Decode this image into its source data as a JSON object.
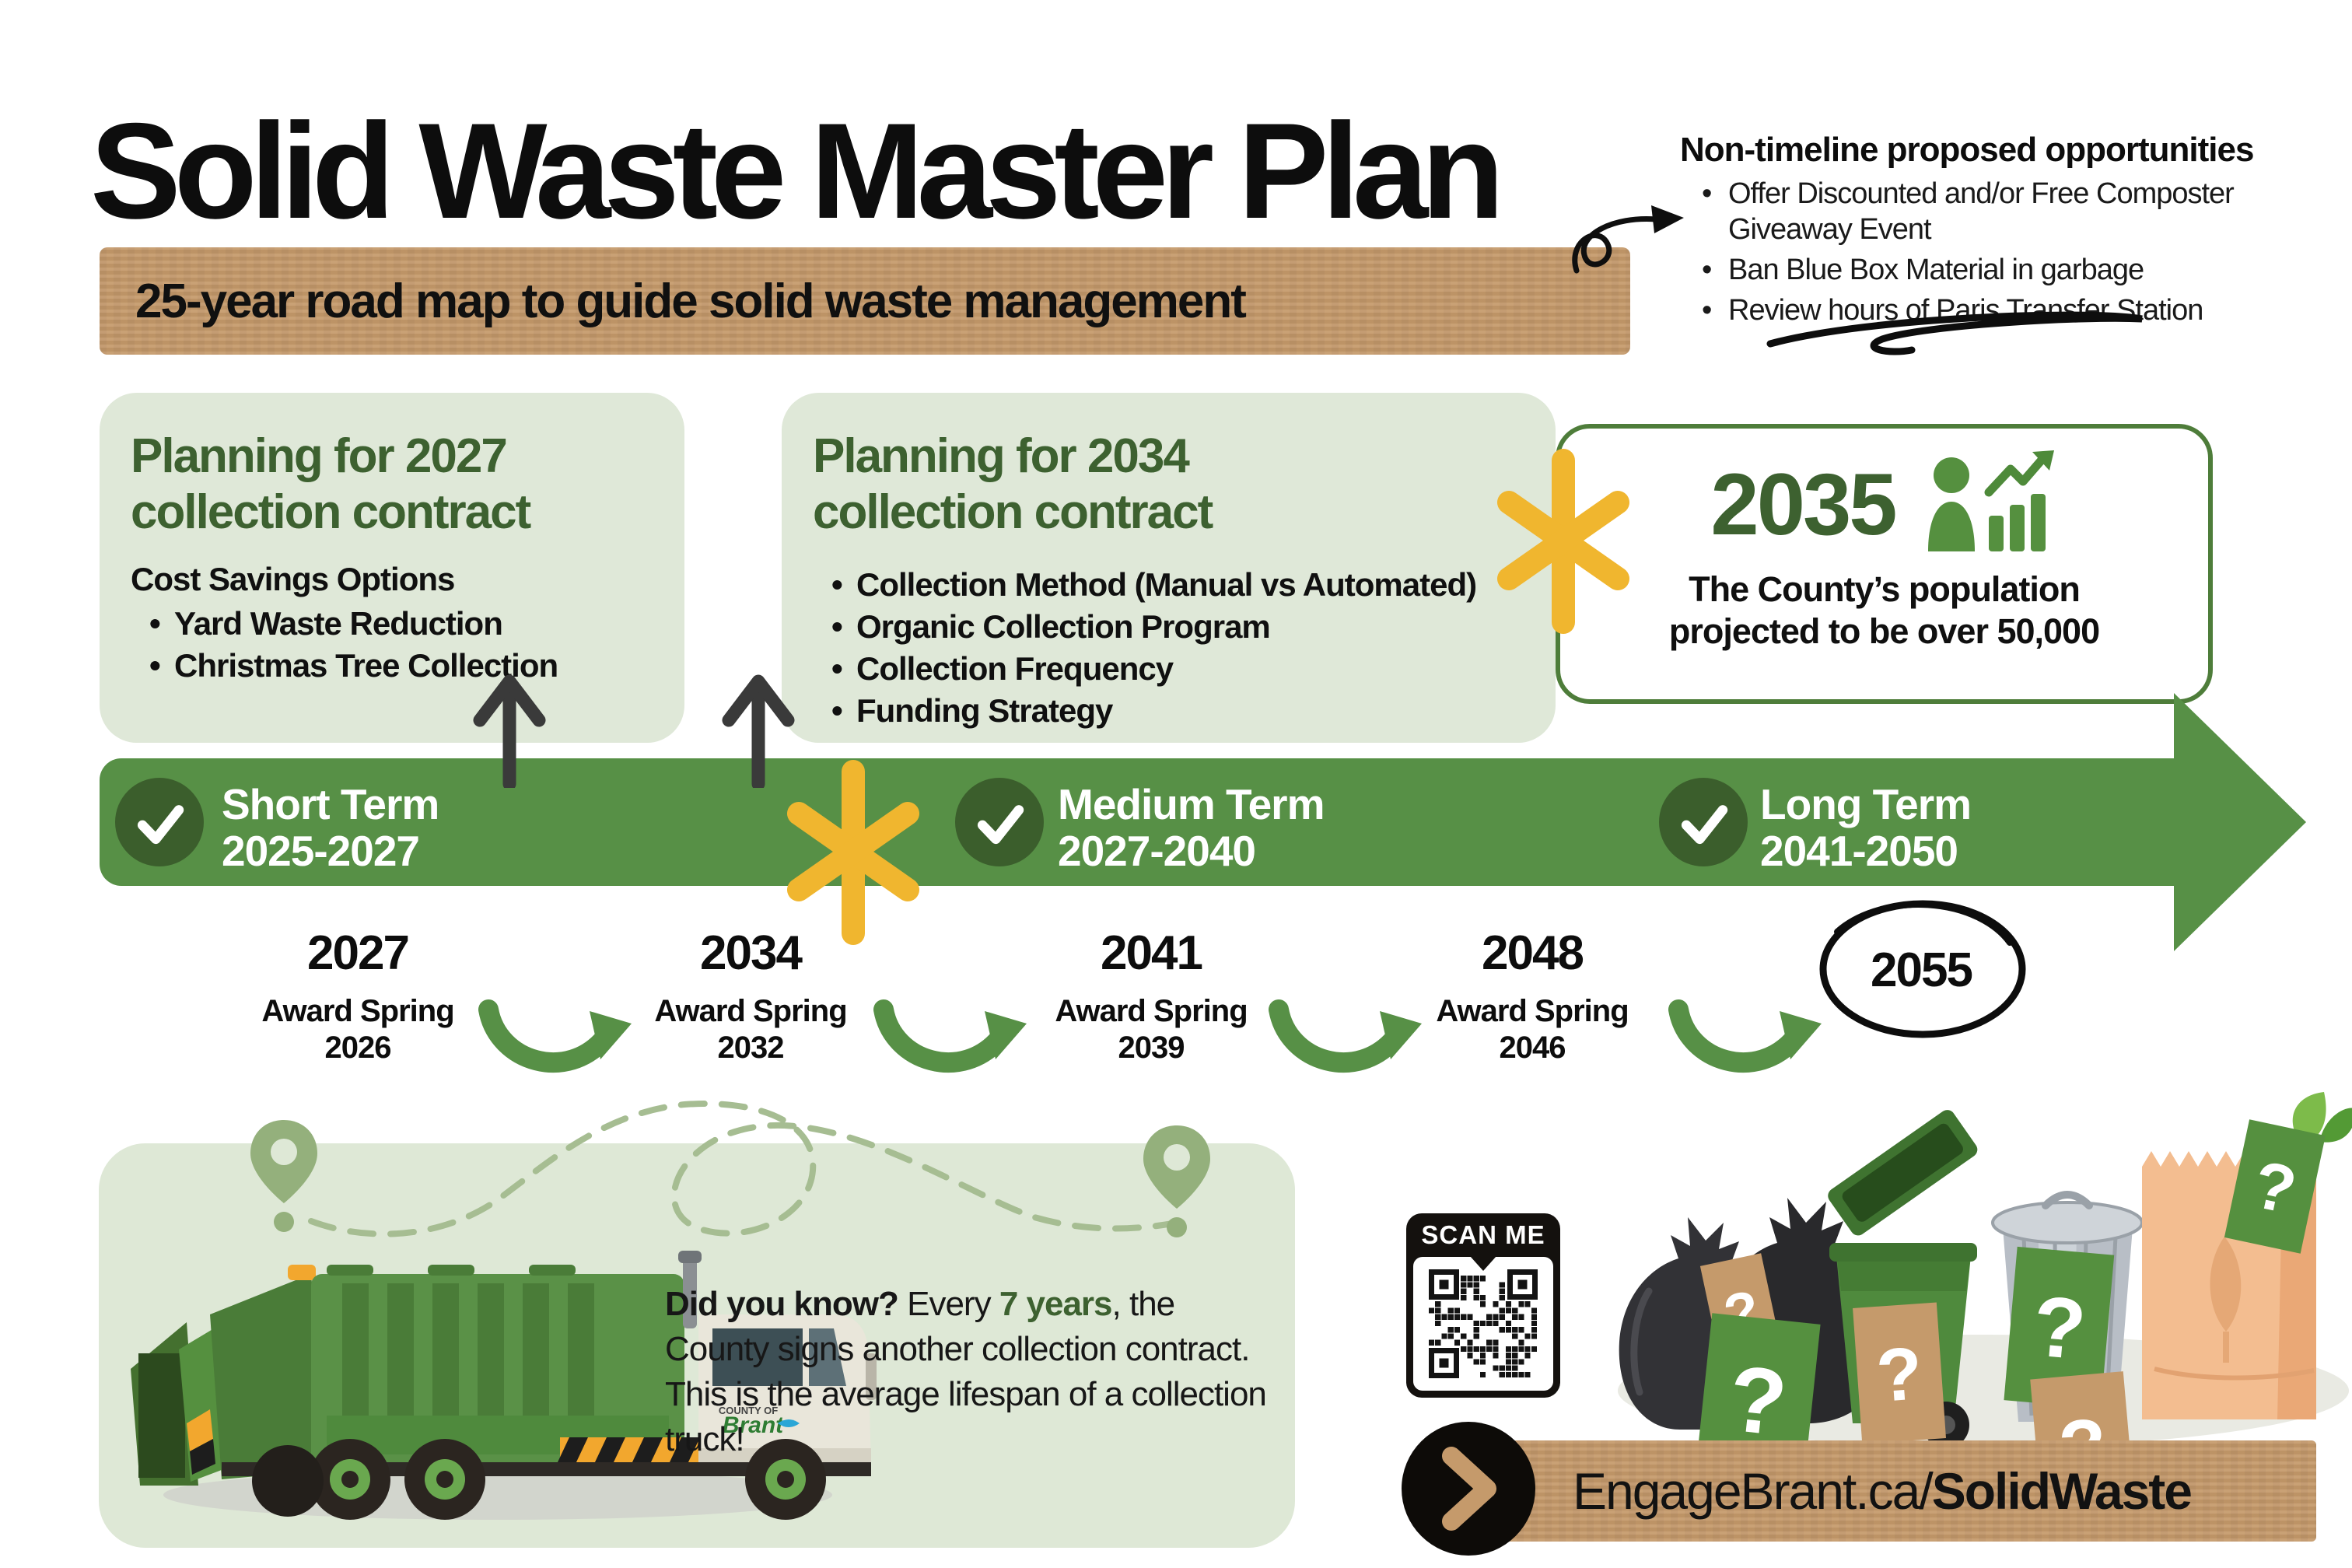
{
  "title": "Solid Waste Master Plan",
  "subtitle": "25-year road map to guide solid waste management",
  "non_timeline": {
    "heading": "Non-timeline proposed opportunities",
    "items": [
      "Offer Discounted and/or Free Composter Giveaway Event",
      "Ban Blue Box Material in garbage",
      "Review hours of Paris Transfer Station"
    ]
  },
  "planning_2027": {
    "heading_line1": "Planning for 2027",
    "heading_line2": "collection contract",
    "subheading": "Cost Savings Options",
    "items": [
      "Yard Waste Reduction",
      "Christmas Tree Collection"
    ]
  },
  "planning_2034": {
    "heading_line1": "Planning for 2034",
    "heading_line2": "collection contract",
    "items": [
      "Collection Method (Manual vs Automated)",
      "Organic Collection Program",
      "Collection Frequency",
      "Funding Strategy"
    ]
  },
  "population_2035": {
    "year": "2035",
    "text_line1": "The County’s population",
    "text_line2": "projected to be over 50,000"
  },
  "timeline": {
    "phases": [
      {
        "label_line1": "Short Term",
        "label_line2": "2025-2027"
      },
      {
        "label_line1": "Medium Term",
        "label_line2": "2027-2040"
      },
      {
        "label_line1": "Long Term",
        "label_line2": "2041-2050"
      }
    ],
    "milestones": [
      {
        "year": "2027",
        "award_line1": "Award Spring",
        "award_line2": "2026"
      },
      {
        "year": "2034",
        "award_line1": "Award Spring",
        "award_line2": "2032"
      },
      {
        "year": "2041",
        "award_line1": "Award Spring",
        "award_line2": "2039"
      },
      {
        "year": "2048",
        "award_line1": "Award Spring",
        "award_line2": "2046"
      },
      {
        "year": "2055"
      }
    ]
  },
  "did_you_know": {
    "bold_lead": "Did you know?",
    "pre": " Every ",
    "highlight": "7 years",
    "rest": ", the County signs another collection contract. This is the average lifespan of a collection truck!"
  },
  "truck": {
    "logo_top": "COUNTY OF",
    "logo_main": "Brant"
  },
  "scan_me": "SCAN ME",
  "footer": {
    "url_regular": "EngageBrant.ca/",
    "url_bold": "SolidWaste"
  },
  "illustration": {
    "question_mark": "?"
  },
  "colors": {
    "timeline_green": "#579046",
    "dark_circle_green": "#3b5e2c",
    "heading_green": "#3d6130",
    "light_green_box": "#dfe8d8",
    "tan": "#c59a6b",
    "yellow": "#f0b62f"
  }
}
